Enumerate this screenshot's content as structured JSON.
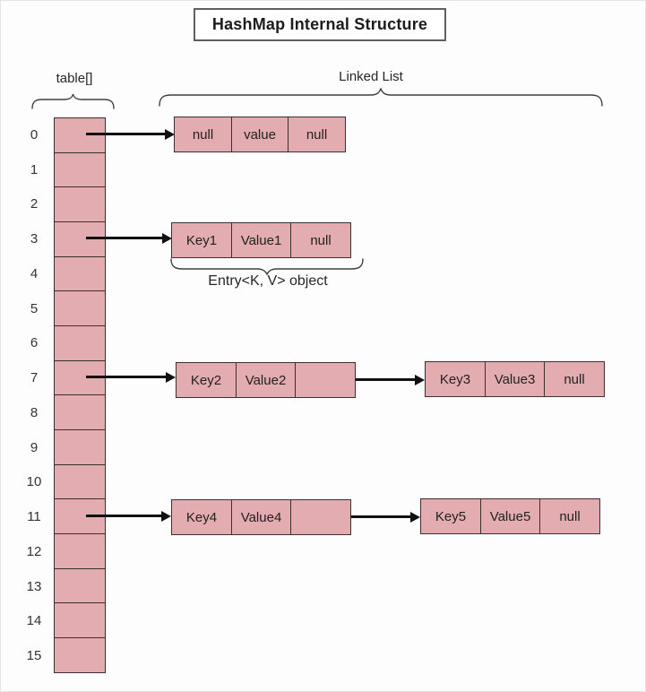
{
  "title": "HashMap Internal Structure",
  "labels": {
    "table": "table[]",
    "linked_list": "Linked List",
    "entry_object": "Entry<K, V> object"
  },
  "colors": {
    "cell_fill": "#e3acb0",
    "cell_border": "#3c2f2f",
    "arrow": "#111111",
    "title_border": "#5f5f5f"
  },
  "table": {
    "indices": [
      "0",
      "1",
      "2",
      "3",
      "4",
      "5",
      "6",
      "7",
      "8",
      "9",
      "10",
      "11",
      "12",
      "13",
      "14",
      "15"
    ]
  },
  "nodes": [
    {
      "id": "bucket0-node1",
      "cells": [
        "null",
        "value",
        "null"
      ]
    },
    {
      "id": "bucket3-node1",
      "cells": [
        "Key1",
        "Value1",
        "null"
      ]
    },
    {
      "id": "bucket7-node1",
      "cells": [
        "Key2",
        "Value2",
        ""
      ]
    },
    {
      "id": "bucket7-node2",
      "cells": [
        "Key3",
        "Value3",
        "null"
      ]
    },
    {
      "id": "bucket11-node1",
      "cells": [
        "Key4",
        "Value4",
        ""
      ]
    },
    {
      "id": "bucket11-node2",
      "cells": [
        "Key5",
        "Value5",
        "null"
      ]
    }
  ]
}
